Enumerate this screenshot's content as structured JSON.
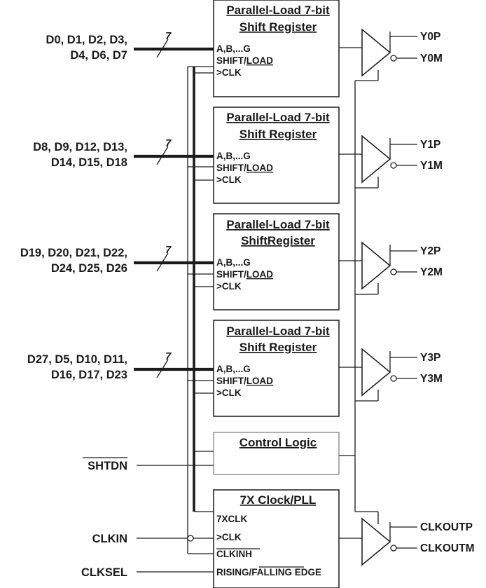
{
  "shift_registers": [
    {
      "title_line1": "Parallel-Load 7-bit",
      "title_line2": "Shift Register",
      "pin_data": "A,B,...G",
      "pin_shift": "SHIFT/",
      "pin_load": "LOAD",
      "pin_clk": ">CLK",
      "inputs_line1": "D0, D1, D2, D3,",
      "inputs_line2": "D4, D6, D7",
      "bus_width": "7",
      "out_p": "Y0P",
      "out_m": "Y0M"
    },
    {
      "title_line1": "Parallel-Load 7-bit",
      "title_line2": "Shift Register",
      "pin_data": "A,B,...G",
      "pin_shift": "SHIFT/",
      "pin_load": "LOAD",
      "pin_clk": ">CLK",
      "inputs_line1": "D8, D9, D12, D13,",
      "inputs_line2": "D14, D15, D18",
      "bus_width": "7",
      "out_p": "Y1P",
      "out_m": "Y1M"
    },
    {
      "title_line1": "Parallel-Load 7-bit",
      "title_line2": "ShiftRegister",
      "pin_data": "A,B,...G",
      "pin_shift": "SHIFT/",
      "pin_load": "LOAD",
      "pin_clk": ">CLK",
      "inputs_line1": "D19, D20, D21, D22,",
      "inputs_line2": "D24, D25, D26",
      "bus_width": "7",
      "out_p": "Y2P",
      "out_m": "Y2M"
    },
    {
      "title_line1": "Parallel-Load 7-bit",
      "title_line2": "Shift Register",
      "pin_data": "A,B,...G",
      "pin_shift": "SHIFT/",
      "pin_load": "LOAD",
      "pin_clk": ">CLK",
      "inputs_line1": "D27, D5, D10, D11,",
      "inputs_line2": "D16, D17, D23",
      "bus_width": "7",
      "out_p": "Y3P",
      "out_m": "Y3M"
    }
  ],
  "control_logic": {
    "title": "Control Logic",
    "input_label": "SHTDN"
  },
  "pll": {
    "title": "7X Clock/PLL",
    "pin_7xclk": "7XCLK",
    "pin_clk": ">CLK",
    "pin_clkinh": "CLKINH",
    "pin_edge_rising": "RISING/",
    "pin_edge_falling": "FALLING",
    "pin_edge_suffix": " EDGE",
    "input_clkin": "CLKIN",
    "input_clksel": "CLKSEL",
    "out_p": "CLKOUTP",
    "out_m": "CLKOUTM"
  }
}
